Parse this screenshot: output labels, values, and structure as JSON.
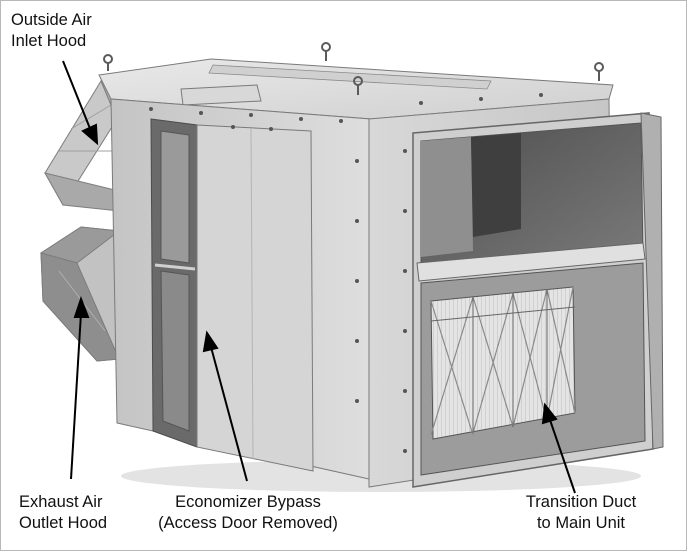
{
  "figure": {
    "labels": {
      "outside_air_inlet_hood": [
        "Outside Air",
        "Inlet Hood"
      ],
      "exhaust_air_outlet_hood": [
        "Exhaust Air",
        "Outlet Hood"
      ],
      "economizer_bypass": [
        "Economizer Bypass",
        "(Access Door Removed)"
      ],
      "transition_duct": [
        "Transition Duct",
        "to Main Unit"
      ]
    },
    "colors": {
      "panel_light": "#dcdcdc",
      "panel_mid": "#bdbdbd",
      "panel_dark": "#8c8c8c",
      "interior": "#5f5f5f",
      "filter": "#e6e6e6",
      "text": "#111111"
    }
  }
}
